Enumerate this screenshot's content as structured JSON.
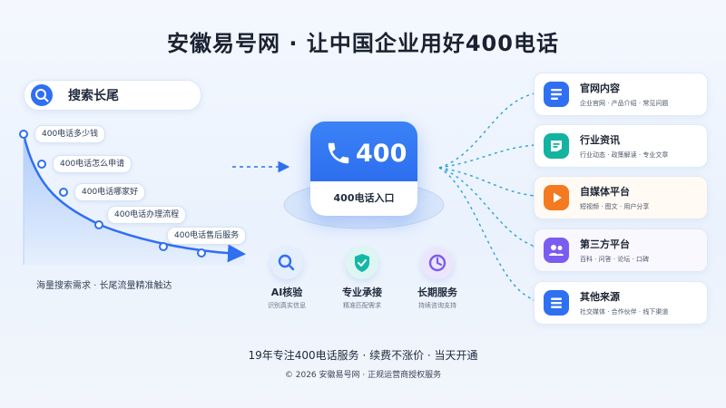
{
  "title": "安徽易号网 · 让中国企业用好400电话",
  "search": {
    "label": "搜索长尾"
  },
  "curve_labels": [
    "400电话多少钱",
    "400电话怎么申请",
    "400电话哪家好",
    "400电话办理流程",
    "400电话售后服务"
  ],
  "left_caption": "海量搜索需求 · 长尾流量精准触达",
  "center": {
    "number": "400",
    "label": "400电话入口"
  },
  "features": [
    {
      "title": "AI核验",
      "subtitle": "识别真实信息",
      "icon": "search-icon",
      "color": "#2f6ff2"
    },
    {
      "title": "专业承接",
      "subtitle": "精准匹配需求",
      "icon": "shield-check-icon",
      "color": "#14b8a6"
    },
    {
      "title": "长期服务",
      "subtitle": "持续咨询支持",
      "icon": "clock-icon",
      "color": "#7c5cf0"
    }
  ],
  "channels": [
    {
      "title": "官网内容",
      "subtitle": "企业官网 · 产品介绍 · 常见问题",
      "icon": "document-icon",
      "color": "#2f6ff2",
      "bg": "#eef4ff"
    },
    {
      "title": "行业资讯",
      "subtitle": "行业动态 · 政策解读 · 专业文章",
      "icon": "news-icon",
      "color": "#12b3a0",
      "bg": "#ecfbf8"
    },
    {
      "title": "自媒体平台",
      "subtitle": "短视频 · 图文 · 用户分享",
      "icon": "play-icon",
      "color": "#f37a1f",
      "bg": "#fff4ea"
    },
    {
      "title": "第三方平台",
      "subtitle": "百科 · 问答 · 论坛 · 口碑",
      "icon": "users-icon",
      "color": "#7b5cf0",
      "bg": "#f4f0ff"
    },
    {
      "title": "其他来源",
      "subtitle": "社交媒体 · 合作伙伴 · 线下渠道",
      "icon": "list-icon",
      "color": "#2f6ff2",
      "bg": "#eef4ff"
    }
  ],
  "footer": {
    "line1": "19年专注400电话服务 · 续费不涨价 · 当天开通",
    "line2": "© 2026 安徽易号网 · 正规运营商授权服务"
  },
  "colors": {
    "primary": "#2f6ff2",
    "accent_light": "#cfe0fb"
  }
}
